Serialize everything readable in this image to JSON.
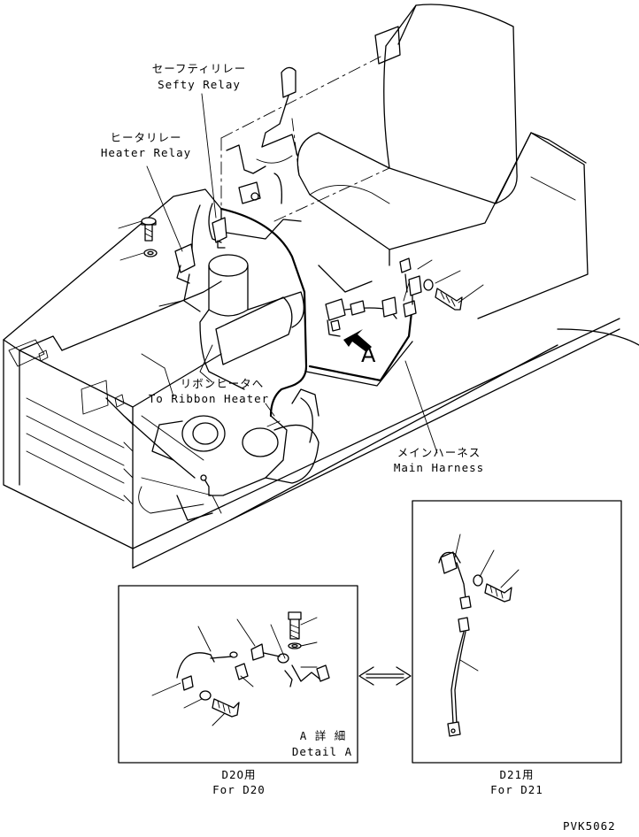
{
  "labels": {
    "safety_relay_jp": "セーフティリレー",
    "safety_relay_en": "Sefty Relay",
    "heater_relay_jp": "ヒータリレー",
    "heater_relay_en": "Heater Relay",
    "ribbon_heater_jp": "リボンヒータへ",
    "ribbon_heater_en": "To Ribbon Heater",
    "main_harness_jp": "メインハーネス",
    "main_harness_en": "Main Harness",
    "view_marker": "A",
    "detail_a_jp": "A 詳 細",
    "detail_a_en": "Detail A",
    "for_d20_jp": "D2O用",
    "for_d20_en": "For D20",
    "for_d21_jp": "D21用",
    "for_d21_en": "For D21",
    "drawing_number": "PVK5062"
  }
}
